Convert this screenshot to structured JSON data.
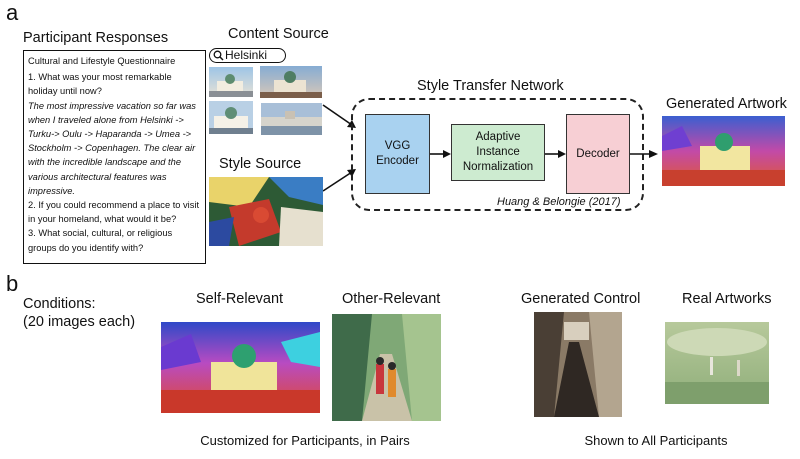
{
  "panel_a": {
    "letter": "a",
    "participant_responses": {
      "title": "Participant Responses",
      "questionnaire_title": "Cultural and Lifestyle Questionnaire",
      "q1": "1. What was your most remarkable holiday until now?",
      "a1": "The most impressive vacation so far was when I traveled alone from Helsinki -> Turku-> Oulu -> Haparanda -> Umea -> Stockholm -> Copenhagen. The clear air with the incredible landscape and the various architectural features was impressive.",
      "q2": "2. If you could recommend a place to visit in your homeland, what would it be?",
      "q3": "3. What social, cultural, or religious groups do you identify with?"
    },
    "content_source": {
      "title": "Content Source",
      "search_text": "Helsinki"
    },
    "style_source": {
      "title": "Style Source"
    },
    "network": {
      "title": "Style Transfer Network",
      "vgg_label": "VGG\nEncoder",
      "adain_label": "Adaptive\nInstance\nNormalization",
      "decoder_label": "Decoder",
      "citation": "Huang & Belongie (2017)",
      "colors": {
        "encoder": "#a9d2f0",
        "adain": "#cdebd0",
        "decoder": "#f7cfd4"
      }
    },
    "generated": {
      "title": "Generated Artwork"
    }
  },
  "panel_b": {
    "letter": "b",
    "conditions_line1": "Conditions:",
    "conditions_line2": "(20 images each)",
    "self_relevant": "Self-Relevant",
    "other_relevant": "Other-Relevant",
    "generated_control": "Generated Control",
    "real_artworks": "Real Artworks",
    "caption_left": "Customized for Participants, in Pairs",
    "caption_right": "Shown to All Participants"
  }
}
